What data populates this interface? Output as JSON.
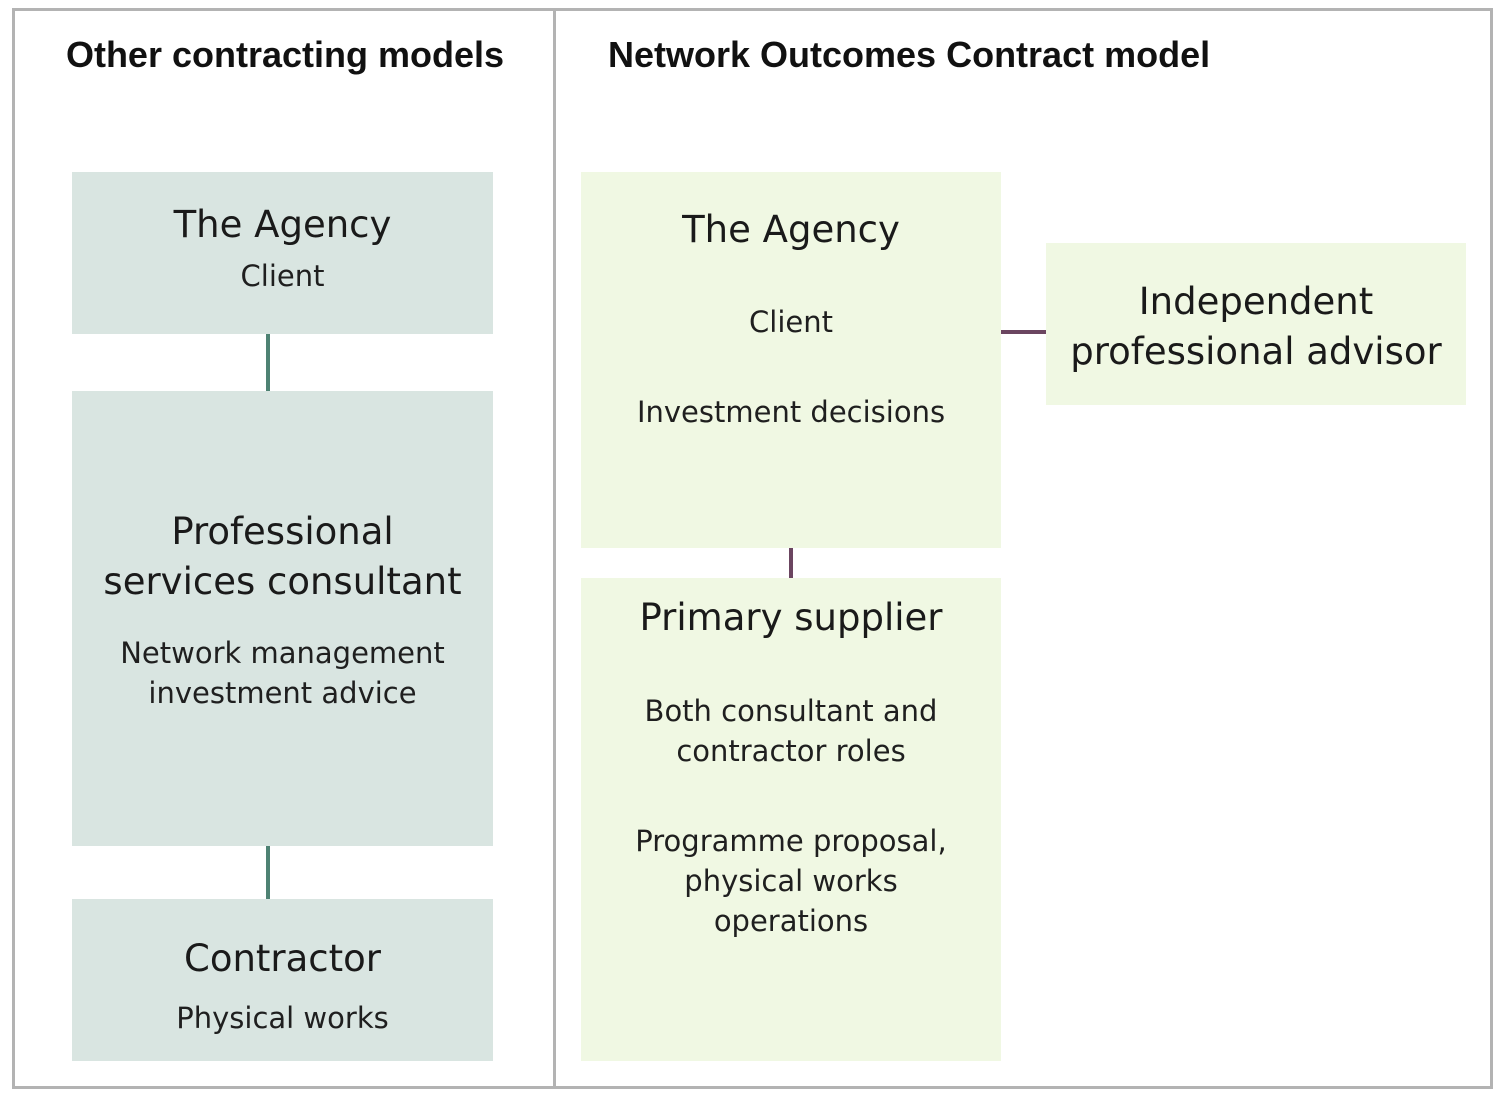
{
  "left_panel": {
    "title": "Other contracting models",
    "boxes": [
      {
        "title": "The Agency",
        "lines": [
          "Client"
        ]
      },
      {
        "title": "Professional services consultant",
        "lines": [
          "Network management investment advice"
        ]
      },
      {
        "title": "Contractor",
        "lines": [
          "Physical works"
        ]
      }
    ]
  },
  "right_panel": {
    "title": "Network Outcomes Contract model",
    "boxes": [
      {
        "title": "The Agency",
        "lines": [
          "Client",
          "Investment decisions"
        ]
      },
      {
        "title": "Independent professional advisor",
        "lines": []
      },
      {
        "title": "Primary supplier",
        "lines": [
          "Both consultant and contractor roles",
          "Programme proposal, physical works operations"
        ]
      }
    ]
  },
  "colors": {
    "left_box_fill": "#d9e5e1",
    "right_box_fill": "#f0f8e3",
    "left_connector": "#4e8273",
    "right_connector": "#6b4560",
    "panel_border": "#b3b3b3"
  }
}
